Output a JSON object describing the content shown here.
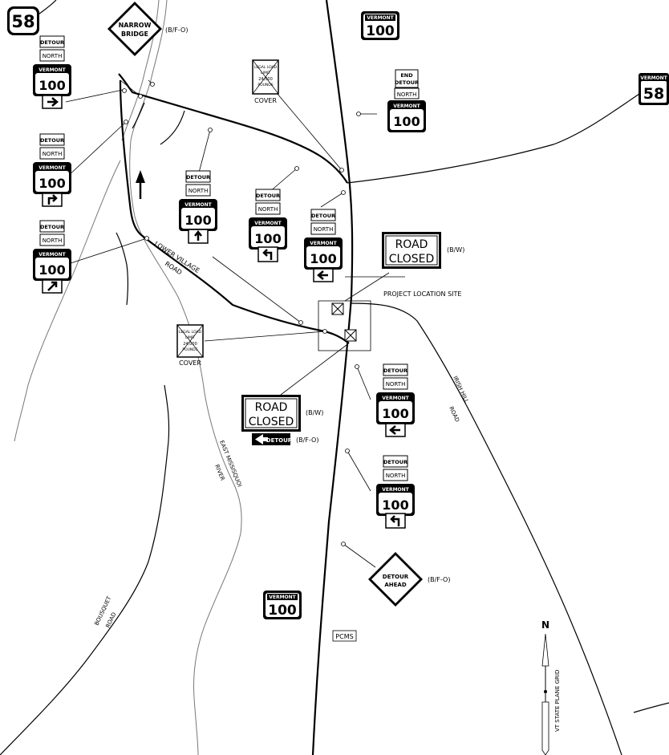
{
  "route_shield_58": "58",
  "vermont": "VERMONT",
  "route_100": "100",
  "detour": "DETOUR",
  "north": "NORTH",
  "end": "END",
  "narrow": "NARROW",
  "bridge": "BRIDGE",
  "ahead": "AHEAD",
  "road": "ROAD",
  "closed": "CLOSED",
  "bw": "(B/W)",
  "bfo": "(B/F-O)",
  "cover": "COVER",
  "legal_load": [
    "LEGAL LOAD",
    "LIMIT",
    "24,000",
    "POUNDS"
  ],
  "project_location": "PROJECT LOCATION SITE",
  "lower_village_road": [
    "LOWER VILLAGE",
    "ROAD"
  ],
  "irish_hill_road": [
    "IRISH HILL",
    "ROAD"
  ],
  "east_missisquoi_river": [
    "EAST MISSISQUOI",
    "RIVER"
  ],
  "bousquet_road": [
    "BOUSQUET",
    "ROAD"
  ],
  "pcms": "PCMS",
  "north_arrow": "N",
  "grid": "VT STATE PLANE GRID"
}
